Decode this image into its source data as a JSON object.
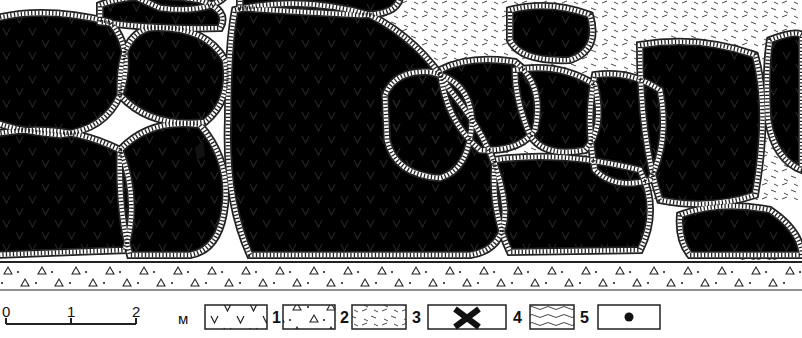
{
  "diagram": {
    "labels": [
      "0",
      "1",
      "2",
      "м"
    ],
    "legend": [
      {
        "text": "1"
      },
      {
        "text": "2"
      },
      {
        "text": "3"
      },
      {
        "text": "4"
      },
      {
        "text": "5"
      }
    ]
  }
}
